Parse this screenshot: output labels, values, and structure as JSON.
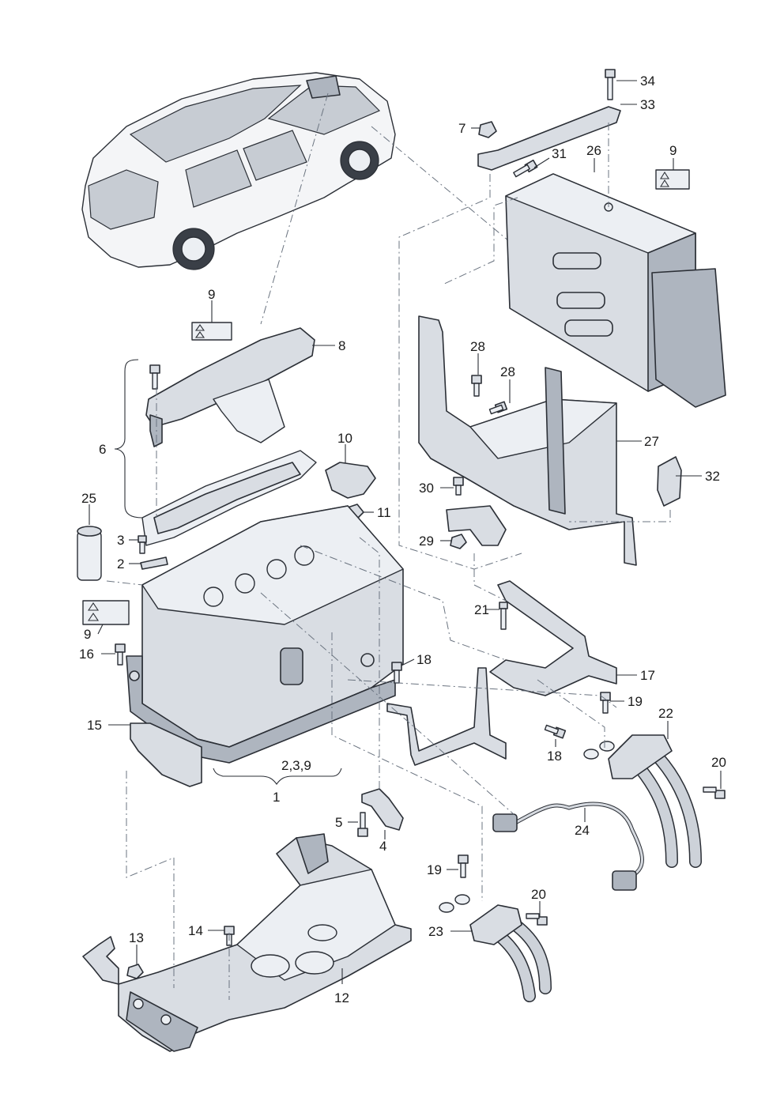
{
  "callouts": [
    {
      "id": "34",
      "text": "34"
    },
    {
      "id": "33",
      "text": "33"
    },
    {
      "id": "7",
      "text": "7"
    },
    {
      "id": "31",
      "text": "31"
    },
    {
      "id": "26",
      "text": "26"
    },
    {
      "id": "9-top-right",
      "text": "9"
    },
    {
      "id": "9-mid",
      "text": "9"
    },
    {
      "id": "8",
      "text": "8"
    },
    {
      "id": "28-a",
      "text": "28"
    },
    {
      "id": "28-b",
      "text": "28"
    },
    {
      "id": "6",
      "text": "6"
    },
    {
      "id": "10",
      "text": "10"
    },
    {
      "id": "27",
      "text": "27"
    },
    {
      "id": "32",
      "text": "32"
    },
    {
      "id": "25",
      "text": "25"
    },
    {
      "id": "11",
      "text": "11"
    },
    {
      "id": "30",
      "text": "30"
    },
    {
      "id": "3",
      "text": "3"
    },
    {
      "id": "29",
      "text": "29"
    },
    {
      "id": "2",
      "text": "2"
    },
    {
      "id": "21",
      "text": "21"
    },
    {
      "id": "9-left",
      "text": "9"
    },
    {
      "id": "16",
      "text": "16"
    },
    {
      "id": "18-a",
      "text": "18"
    },
    {
      "id": "17",
      "text": "17"
    },
    {
      "id": "19-a",
      "text": "19"
    },
    {
      "id": "15",
      "text": "15"
    },
    {
      "id": "22",
      "text": "22"
    },
    {
      "id": "18-b",
      "text": "18"
    },
    {
      "id": "2-3-9",
      "text": "2,3,9"
    },
    {
      "id": "20-a",
      "text": "20"
    },
    {
      "id": "1",
      "text": "1"
    },
    {
      "id": "5",
      "text": "5"
    },
    {
      "id": "24",
      "text": "24"
    },
    {
      "id": "4",
      "text": "4"
    },
    {
      "id": "19-b",
      "text": "19"
    },
    {
      "id": "20-b",
      "text": "20"
    },
    {
      "id": "13",
      "text": "13"
    },
    {
      "id": "14",
      "text": "14"
    },
    {
      "id": "23",
      "text": "23"
    },
    {
      "id": "12",
      "text": "12"
    }
  ],
  "icons": [
    "warning-label-icon",
    "car-icon",
    "bolt-icon",
    "nut-icon",
    "bracket-icon",
    "hose-icon",
    "cable-icon"
  ]
}
